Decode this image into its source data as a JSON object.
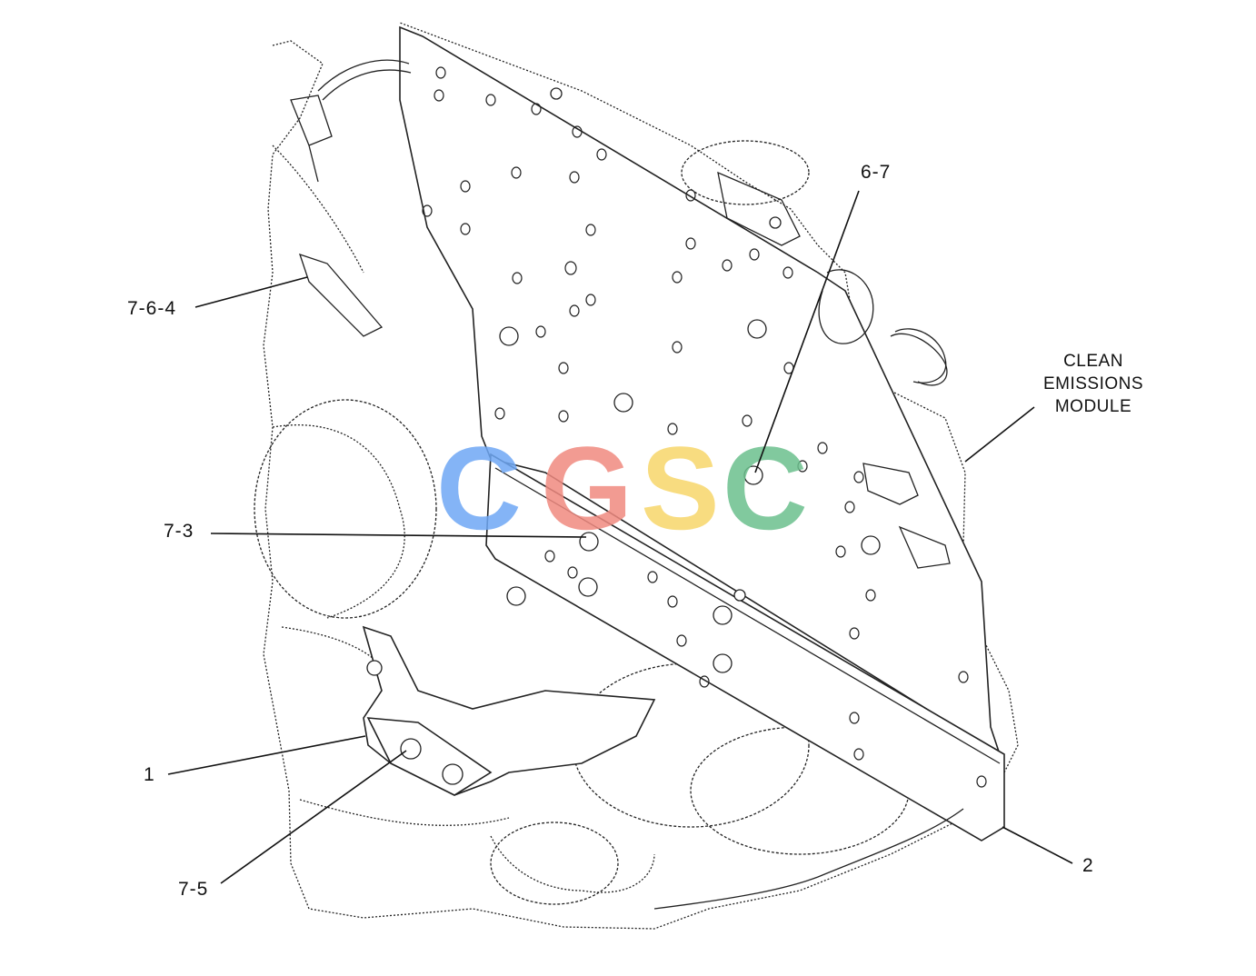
{
  "callouts": {
    "c_6_7": "6-7",
    "c_7_6_4": "7-6-4",
    "c_7_3": "7-3",
    "c_1": "1",
    "c_7_5": "7-5",
    "c_2": "2"
  },
  "module_label": {
    "line1": "CLEAN",
    "line2": "EMISSIONS",
    "line3": "MODULE"
  },
  "watermark": {
    "text": "CGSC",
    "colors": [
      "#6fa8f5",
      "#f08a80",
      "#f7d66a",
      "#6cc08e"
    ]
  }
}
